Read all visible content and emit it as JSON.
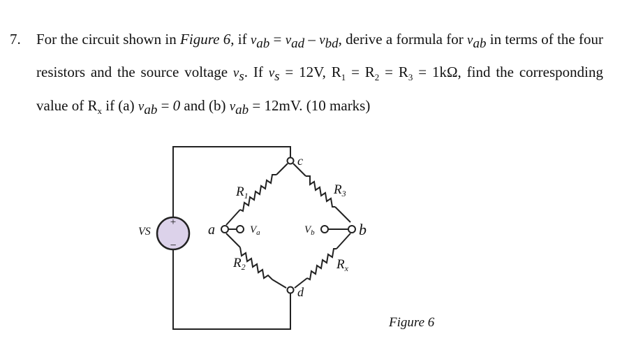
{
  "question": {
    "number": "7.",
    "text": {
      "s1": "For the circuit shown in ",
      "fig_ref": "Figure 6",
      "s2": ", if ",
      "v_ab_1": "v",
      "ab_1": "ab",
      "eq1": " = ",
      "v_ad": "v",
      "ad": "ad",
      "minus": " – ",
      "v_bd": "v",
      "bd": "bd",
      "s3": ", derive a formula for ",
      "v_ab_2": "v",
      "ab_2": "ab",
      "s4": " in terms of the four resistors and the source voltage ",
      "v_s_1": "v",
      "s_1": "s",
      "s5": ".   If ",
      "v_s_2": "v",
      "s_2": "s",
      "s6": " = 12V, R",
      "r1_sub": "1",
      "s7": " = R",
      "r2_sub": "2",
      "s8": " = R",
      "r3_sub": "3",
      "s9": " = 1kΩ, find the corresponding value of R",
      "rx_sub": "x",
      "s10": " if (a) ",
      "v_ab_3": "v",
      "ab_3": "ab",
      "s11": " = ",
      "zero": "0",
      "s12": " and (b) ",
      "v_ab_4": "v",
      "ab_4": "ab",
      "s13": " = 12mV.   (10 marks)"
    }
  },
  "figure": {
    "caption": "Figure 6",
    "labels": {
      "vs": "VS",
      "plus": "+",
      "minus": "−",
      "r1": "R",
      "r1_sub": "1",
      "r2": "R",
      "r2_sub": "2",
      "r3": "R",
      "r3_sub": "3",
      "rx": "R",
      "rx_sub": "x",
      "node_a": "a",
      "node_b": "b",
      "node_c": "c",
      "node_d": "d",
      "va": "V",
      "va_sub": "a",
      "vb": "V",
      "vb_sub": "b"
    },
    "colors": {
      "wire": "#222222",
      "source_fill": "#dcd2ea"
    }
  }
}
